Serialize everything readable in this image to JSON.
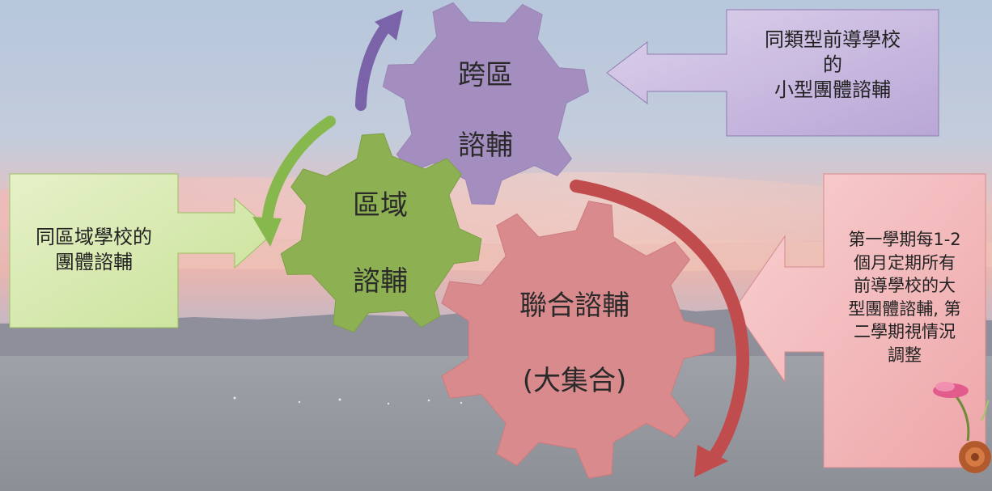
{
  "gears": {
    "cross_district": {
      "line1": "跨區",
      "line2": "諮輔",
      "color": "#a48dbf"
    },
    "regional": {
      "line1": "區域",
      "line2": "諮輔",
      "color": "#8db052"
    },
    "joint": {
      "line1": "聯合諮輔",
      "line2": "(大集合)",
      "color": "#d98a8d"
    }
  },
  "callouts": {
    "top_right": {
      "lines": [
        "同類型前導學校",
        "的",
        "小型團體諮輔"
      ],
      "color": "#c7b6de"
    },
    "left": {
      "lines": [
        "同區域學校的",
        "團體諮輔"
      ],
      "color": "#d2e6a8"
    },
    "right": {
      "lines": [
        "第一學期每1-2",
        "個月定期所有",
        "前導學校的大",
        "型團體諮輔, 第",
        "二學期視情況",
        "調整"
      ],
      "color": "#f0b4b6"
    }
  },
  "arrows": {
    "purple": "#7a63a8",
    "green": "#86b84e",
    "red": "#c14c4e"
  },
  "decoration": {
    "name": "flower-snail-icon"
  }
}
